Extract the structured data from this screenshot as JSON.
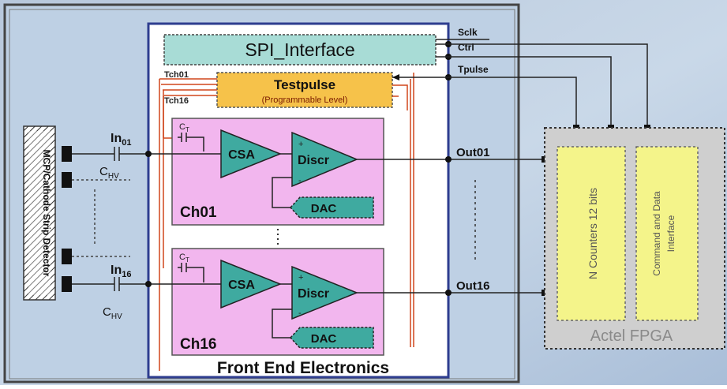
{
  "spi": {
    "label": "SPI_Interface"
  },
  "signals": {
    "sclk": "Sclk",
    "ctrl": "Ctrl",
    "tpulse": "Tpulse",
    "out01": "Out01",
    "out16": "Out16"
  },
  "testpulse": {
    "title": "Testpulse",
    "subtitle": "(Programmable Level)",
    "tch01": "Tch01",
    "tch16": "Tch16"
  },
  "channels": [
    {
      "label": "Ch01",
      "csa": "CSA",
      "discr": "Discr",
      "dac": "DAC",
      "ct": "C",
      "ct_sub": "T"
    },
    {
      "label": "Ch16",
      "csa": "CSA",
      "discr": "Discr",
      "dac": "DAC",
      "ct": "C",
      "ct_sub": "T"
    }
  ],
  "inputs": {
    "in01": "In",
    "in01_sub": "01",
    "in16": "In",
    "in16_sub": "16",
    "chv": "C",
    "chv_sub": "HV"
  },
  "detector": {
    "label": "MCP/Cathode Strip Detector"
  },
  "frontend": {
    "label": "Front End Electronics"
  },
  "fpga": {
    "label": "Actel FPGA",
    "counters": "N Counters 12 bits",
    "command_line1": "Command and Data",
    "command_line2": "Interface"
  },
  "colors": {
    "border": "#2e3d8f",
    "spi_fill": "#a8dcd6",
    "testpulse_fill": "#f6c24a",
    "channel_fill": "#f2b6ee",
    "amp_fill": "#3faaa0",
    "red": "#d0461c",
    "fpga_fill": "#cfcfcf",
    "fpga_block": "#f4f48a"
  }
}
